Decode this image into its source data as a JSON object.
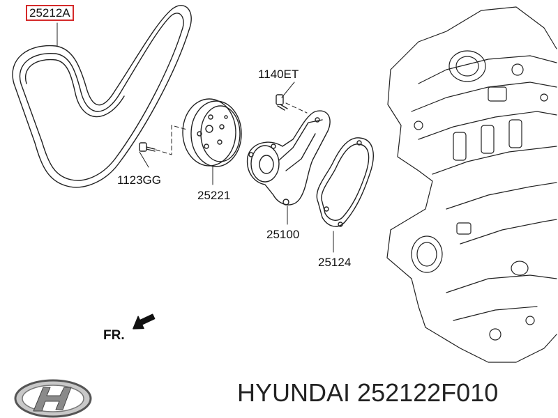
{
  "parts": {
    "belt": "25212A",
    "bolt_top": "1140ET",
    "bolt_left": "1123GG",
    "pulley": "25221",
    "pump": "25100",
    "gasket": "25124"
  },
  "direction_label": "FR.",
  "footer": {
    "brand": "HYUNDAI",
    "part_number": "252122F010"
  },
  "colors": {
    "highlight_box": "#d42a2a",
    "line_art": "#222222"
  },
  "icons": {
    "logo": "hyundai-logo-icon",
    "direction_arrow": "front-arrow-icon"
  }
}
